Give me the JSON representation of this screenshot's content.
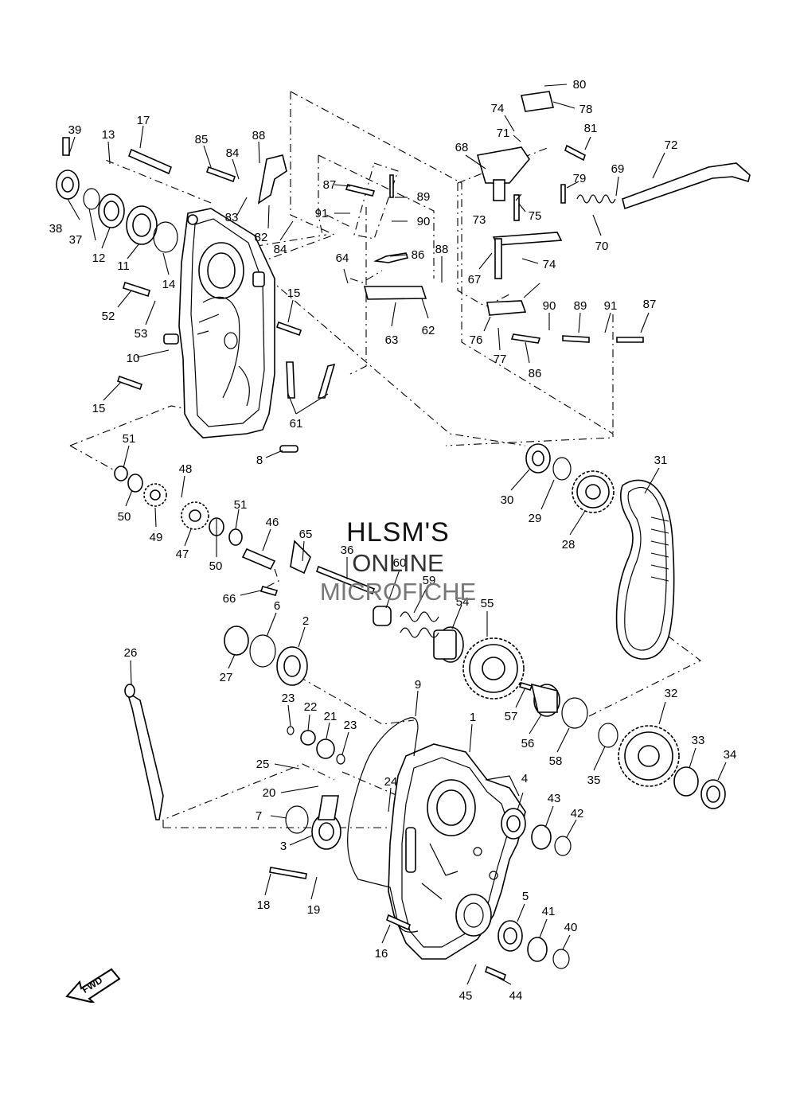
{
  "watermark": {
    "line1": "HLSM'S",
    "line2": "ONLINE",
    "line3": "MICROFICHE"
  },
  "direction_label": "FWD",
  "callouts": [
    "39",
    "13",
    "17",
    "85",
    "84",
    "88",
    "87",
    "89",
    "90",
    "91",
    "86",
    "80",
    "74",
    "78",
    "71",
    "81",
    "68",
    "72",
    "79",
    "69",
    "38",
    "37",
    "12",
    "11",
    "14",
    "83",
    "82",
    "84",
    "64",
    "75",
    "73",
    "70",
    "67",
    "74",
    "52",
    "53",
    "15",
    "63",
    "62",
    "88",
    "90",
    "89",
    "91",
    "87",
    "10",
    "76",
    "77",
    "86",
    "15",
    "61",
    "8",
    "51",
    "30",
    "29",
    "28",
    "31",
    "48",
    "50",
    "49",
    "47",
    "51",
    "46",
    "65",
    "36",
    "60",
    "50",
    "66",
    "59",
    "54",
    "55",
    "6",
    "2",
    "27",
    "26",
    "9",
    "23",
    "22",
    "21",
    "23",
    "1",
    "57",
    "56",
    "58",
    "32",
    "35",
    "33",
    "34",
    "25",
    "20",
    "24",
    "4",
    "43",
    "42",
    "7",
    "3",
    "18",
    "19",
    "16",
    "5",
    "41",
    "40",
    "45",
    "44"
  ]
}
